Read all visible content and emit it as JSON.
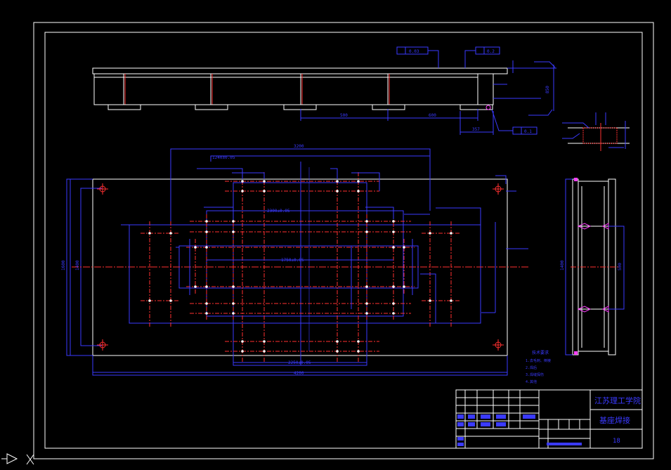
{
  "dims": {
    "overall_length": "3200",
    "l1": "1240±0.05",
    "l2": "2300±0.05",
    "l3": "1750±0.05",
    "l4": "2250±0.05",
    "l5": "4200",
    "v1": "1600",
    "v2": "1400",
    "side_v": "1400",
    "side_h": "500",
    "elev_a": "500",
    "elev_b": "600",
    "elev_c": "850",
    "elev_d": "357"
  },
  "gdt": {
    "flatness_top": "0.03",
    "flatness_b": "0.2",
    "flatness_c": "0.1"
  },
  "notes": {
    "heading": "技术要求",
    "items": [
      "1.去毛刺、倒棱",
      "2.焊后",
      "3.焊缝探伤",
      "4.其他"
    ]
  },
  "title_block": {
    "school": "江苏理工学院",
    "drawing_name": "基座焊接",
    "sheet": "18"
  },
  "colors": {
    "frame": "#ffffff",
    "dim": "#3a3aff",
    "center": "#ff3030",
    "hole": "#ffffff",
    "magenta": "#ff40ff"
  }
}
